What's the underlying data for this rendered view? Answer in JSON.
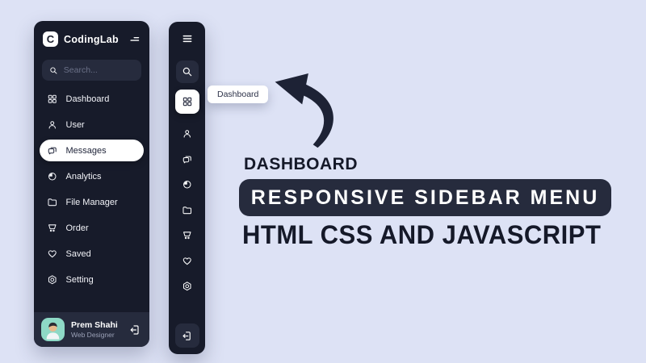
{
  "colors": {
    "background": "#dde2f5",
    "sidebar_bg": "#171b2a",
    "panel_bg": "#262b3d",
    "active_bg": "#ffffff",
    "text_light": "#f2f3f8",
    "text_dark": "#151929",
    "muted": "#9aa0b6",
    "avatar_bg": "#8ed9c6"
  },
  "expanded_sidebar": {
    "logo_letter": "C",
    "brand": "CodingLab",
    "menu_icon": "menu-fold-icon",
    "search": {
      "icon": "search-icon",
      "placeholder": "Search..."
    },
    "items": [
      {
        "label": "Dashboard",
        "icon": "dashboard-icon",
        "active": false
      },
      {
        "label": "User",
        "icon": "user-icon",
        "active": false
      },
      {
        "label": "Messages",
        "icon": "messages-icon",
        "active": true
      },
      {
        "label": "Analytics",
        "icon": "analytics-icon",
        "active": false
      },
      {
        "label": "File Manager",
        "icon": "file-manager-icon",
        "active": false
      },
      {
        "label": "Order",
        "icon": "order-icon",
        "active": false
      },
      {
        "label": "Saved",
        "icon": "saved-icon",
        "active": false
      },
      {
        "label": "Setting",
        "icon": "setting-icon",
        "active": false
      }
    ],
    "profile": {
      "name": "Prem Shahi",
      "role": "Web Designer",
      "logout_icon": "logout-icon"
    }
  },
  "collapsed_sidebar": {
    "menu_icon": "hamburger-icon",
    "active_item": "Dashboard",
    "tooltip": "Dashboard",
    "icons": [
      "search-icon",
      "dashboard-icon",
      "user-icon",
      "messages-icon",
      "analytics-icon",
      "file-manager-icon",
      "order-icon",
      "saved-icon",
      "setting-icon",
      "logout-icon"
    ]
  },
  "headline": {
    "kicker": "DASHBOARD",
    "title": "RESPONSIVE SIDEBAR MENU",
    "subtitle": "HTML CSS AND JAVASCRIPT"
  }
}
